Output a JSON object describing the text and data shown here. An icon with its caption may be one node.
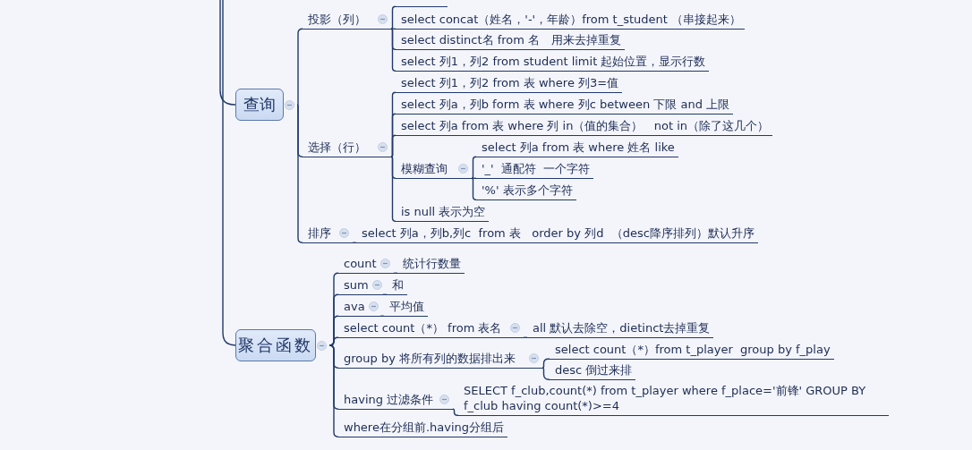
{
  "diagram": {
    "nodes": [
      {
        "text": [
          "查询"
        ]
      },
      {
        "text": [
          "投影（列）"
        ]
      },
      {
        "text": [],
        "shape": "bar"
      },
      {
        "text": [
          "select concat（姓名，'-'，年龄）from t_student （串接起来）"
        ]
      },
      {
        "text": [
          "select distinct名 from 名   用来去掉重复"
        ]
      },
      {
        "text": [
          "select 列1，列2 from student limit 起始位置，显示行数"
        ]
      },
      {
        "text": [
          "选择（行）"
        ]
      },
      {
        "text": [
          "select 列1，列2 from 表 where 列3=值"
        ]
      },
      {
        "text": [
          "select 列a，列b form 表 where 列c between 下限 and 上限"
        ]
      },
      {
        "text": [
          "select 列a from 表 where 列 in（值的集合）   not in（除了这几个）"
        ]
      },
      {
        "text": [
          "模糊查询"
        ]
      },
      {
        "text": [
          "select 列a from 表 where 姓名 like"
        ]
      },
      {
        "text": [
          "'_'  通配符  一个字符"
        ]
      },
      {
        "text": [
          "'%' 表示多个字符"
        ]
      },
      {
        "text": [
          "is null 表示为空"
        ]
      },
      {
        "text": [
          "排序"
        ]
      },
      {
        "text": [
          "select 列a，列b,列c  from 表   order by 列d  （desc降序排列）默认升序"
        ]
      },
      {
        "text": [
          "聚合函数"
        ]
      },
      {
        "text": [
          "count"
        ]
      },
      {
        "text": [
          "统计行数量"
        ]
      },
      {
        "text": [
          "sum"
        ]
      },
      {
        "text": [
          "和"
        ]
      },
      {
        "text": [
          "ava"
        ]
      },
      {
        "text": [
          "平均值"
        ]
      },
      {
        "text": [
          "select count（*） from 表名"
        ]
      },
      {
        "text": [
          "all 默认去除空，dietinct去掉重复"
        ]
      },
      {
        "text": [
          "group by 将所有列的数据排出来"
        ]
      },
      {
        "text": [
          "select count（*）from t_player  group by f_play"
        ]
      },
      {
        "text": [
          "desc 倒过来排"
        ]
      },
      {
        "text": [
          "having 过滤条件"
        ]
      },
      {
        "text": [
          "SELECT f_club,count(*) from t_player where f_place='前锋' GROUP BY f_club having count(*)>=4"
        ]
      },
      {
        "text": [
          "where在分组前.having分组后"
        ]
      }
    ],
    "edges": [
      {
        "from": null,
        "to": 0,
        "arrow": "none"
      },
      {
        "from": null,
        "to": 17,
        "arrow": "none"
      },
      {
        "from": 0,
        "to": 1,
        "arrow": "none"
      },
      {
        "from": 1,
        "to": 2,
        "arrow": "none"
      },
      {
        "from": 1,
        "to": 3,
        "arrow": "none"
      },
      {
        "from": 1,
        "to": 4,
        "arrow": "none"
      },
      {
        "from": 1,
        "to": 5,
        "arrow": "none"
      },
      {
        "from": 0,
        "to": 6,
        "arrow": "none"
      },
      {
        "from": 6,
        "to": 7,
        "arrow": "none"
      },
      {
        "from": 6,
        "to": 8,
        "arrow": "none"
      },
      {
        "from": 6,
        "to": 9,
        "arrow": "none"
      },
      {
        "from": 6,
        "to": 10,
        "arrow": "none"
      },
      {
        "from": 10,
        "to": 11,
        "arrow": "none"
      },
      {
        "from": 10,
        "to": 12,
        "arrow": "none"
      },
      {
        "from": 10,
        "to": 13,
        "arrow": "none"
      },
      {
        "from": 6,
        "to": 14,
        "arrow": "none"
      },
      {
        "from": 0,
        "to": 15,
        "arrow": "none"
      },
      {
        "from": 15,
        "to": 16,
        "arrow": "none"
      },
      {
        "from": 17,
        "to": 18,
        "arrow": "none"
      },
      {
        "from": 18,
        "to": 19,
        "arrow": "none"
      },
      {
        "from": 17,
        "to": 20,
        "arrow": "none"
      },
      {
        "from": 20,
        "to": 21,
        "arrow": "none"
      },
      {
        "from": 17,
        "to": 22,
        "arrow": "none"
      },
      {
        "from": 22,
        "to": 23,
        "arrow": "none"
      },
      {
        "from": 17,
        "to": 24,
        "arrow": "none"
      },
      {
        "from": 24,
        "to": 25,
        "arrow": "none"
      },
      {
        "from": 17,
        "to": 26,
        "arrow": "none"
      },
      {
        "from": 26,
        "to": 27,
        "arrow": "none"
      },
      {
        "from": 26,
        "to": 28,
        "arrow": "none"
      },
      {
        "from": 17,
        "to": 29,
        "arrow": "none"
      },
      {
        "from": 29,
        "to": 30,
        "arrow": "none"
      },
      {
        "from": 17,
        "to": 31,
        "arrow": "none"
      }
    ]
  }
}
